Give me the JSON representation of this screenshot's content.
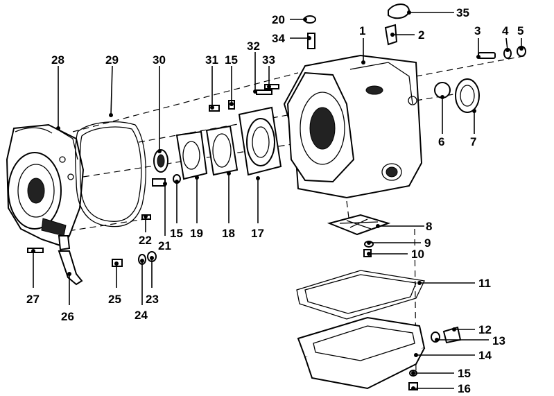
{
  "diagram": {
    "callouts": [
      {
        "id": "c1",
        "text": "1"
      },
      {
        "id": "c2",
        "text": "2"
      },
      {
        "id": "c3",
        "text": "3"
      },
      {
        "id": "c4",
        "text": "4"
      },
      {
        "id": "c5",
        "text": "5"
      },
      {
        "id": "c6",
        "text": "6"
      },
      {
        "id": "c7",
        "text": "7"
      },
      {
        "id": "c8",
        "text": "8"
      },
      {
        "id": "c9",
        "text": "9"
      },
      {
        "id": "c10",
        "text": "10"
      },
      {
        "id": "c11",
        "text": "11"
      },
      {
        "id": "c12",
        "text": "12"
      },
      {
        "id": "c13",
        "text": "13"
      },
      {
        "id": "c14",
        "text": "14"
      },
      {
        "id": "c15a",
        "text": "15"
      },
      {
        "id": "c15b",
        "text": "15"
      },
      {
        "id": "c15c",
        "text": "15"
      },
      {
        "id": "c16",
        "text": "16"
      },
      {
        "id": "c17",
        "text": "17"
      },
      {
        "id": "c18",
        "text": "18"
      },
      {
        "id": "c19",
        "text": "19"
      },
      {
        "id": "c20",
        "text": "20"
      },
      {
        "id": "c21",
        "text": "21"
      },
      {
        "id": "c22",
        "text": "22"
      },
      {
        "id": "c23",
        "text": "23"
      },
      {
        "id": "c24",
        "text": "24"
      },
      {
        "id": "c25",
        "text": "25"
      },
      {
        "id": "c26",
        "text": "26"
      },
      {
        "id": "c27",
        "text": "27"
      },
      {
        "id": "c28",
        "text": "28"
      },
      {
        "id": "c29",
        "text": "29"
      },
      {
        "id": "c30",
        "text": "30"
      },
      {
        "id": "c31",
        "text": "31"
      },
      {
        "id": "c32",
        "text": "32"
      },
      {
        "id": "c33",
        "text": "33"
      },
      {
        "id": "c34",
        "text": "34"
      },
      {
        "id": "c35",
        "text": "35"
      }
    ],
    "colors": {
      "line": "#000000",
      "background": "#ffffff"
    }
  }
}
